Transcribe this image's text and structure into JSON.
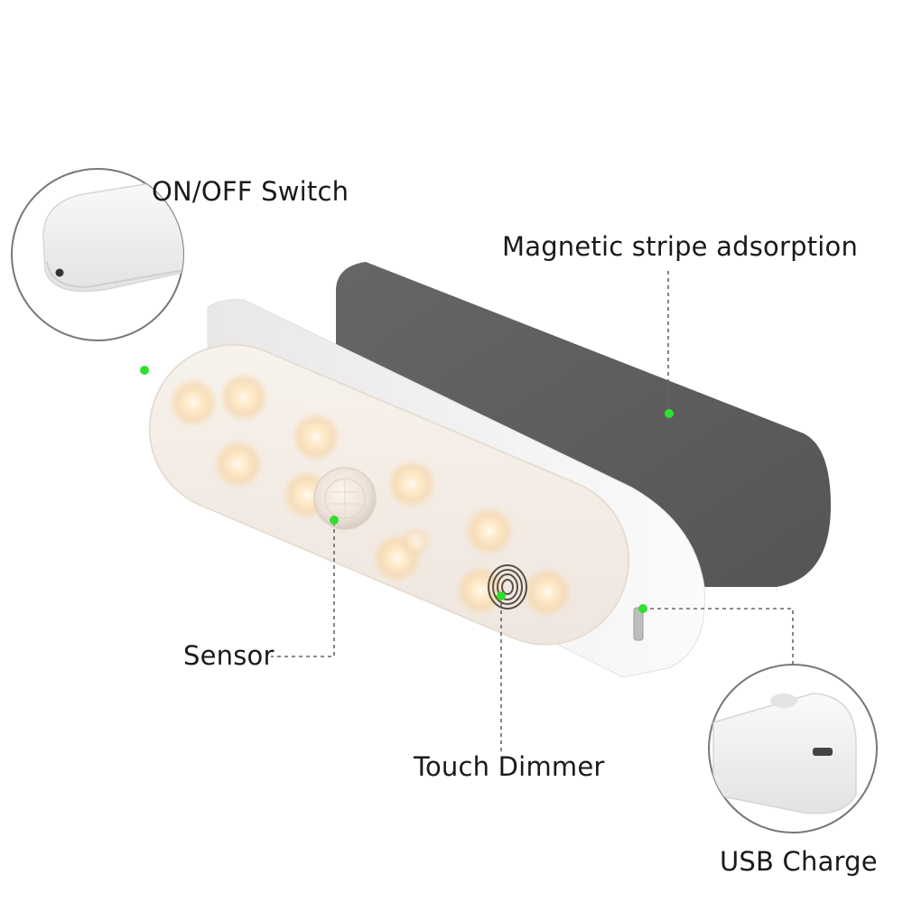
{
  "callouts": {
    "on_off_switch": "ON/OFF Switch",
    "magnetic_stripe": "Magnetic stripe adsorption",
    "sensor": "Sensor",
    "touch_dimmer": "Touch Dimmer",
    "usb_charge": "USB Charge"
  },
  "colors": {
    "marker": "#2ee02e",
    "leader_line": "#666666",
    "magnetic_plate": "#5b5b5b",
    "led_glow": "#ffe3b8",
    "housing": "#f4f2f2"
  },
  "led_count": 11
}
